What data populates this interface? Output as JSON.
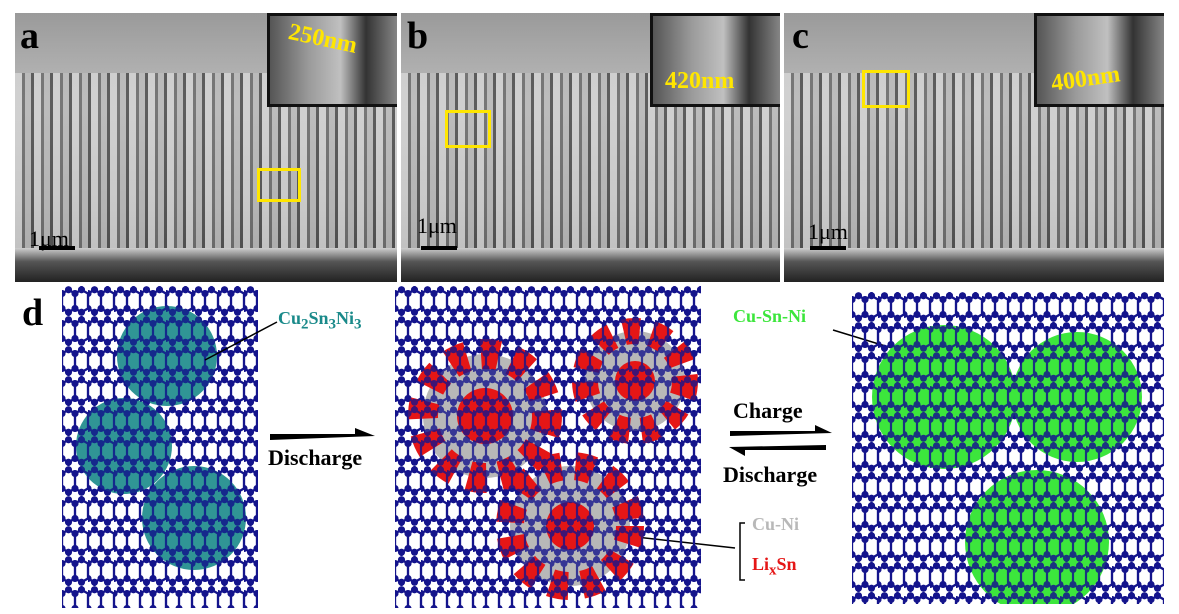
{
  "panels": [
    {
      "label": "a",
      "scale": "1μm",
      "inset": "250nm"
    },
    {
      "label": "b",
      "scale": "1μm",
      "inset": "420nm"
    },
    {
      "label": "c",
      "scale": "1μm",
      "inset": "400nm"
    }
  ],
  "diagram": {
    "label": "d",
    "phase1": {
      "base": "Cu",
      "s1": "2",
      "m": "Sn",
      "s2": "3",
      "m2": "Ni",
      "s3": "3"
    },
    "arrow1": "Discharge",
    "charge": "Charge",
    "discharge": "Discharge",
    "cu_ni": "Cu-Ni",
    "lixsn": {
      "a": "Li",
      "sub": "x",
      "b": "Sn"
    },
    "cu_sn_ni": "Cu-Sn-Ni",
    "colors": {
      "lattice": "#14148c",
      "teal": "#1a8a8a",
      "red": "#e51616",
      "gray": "#b8b8b8",
      "green": "#3ce63c",
      "yellow": "#ffe600"
    }
  }
}
